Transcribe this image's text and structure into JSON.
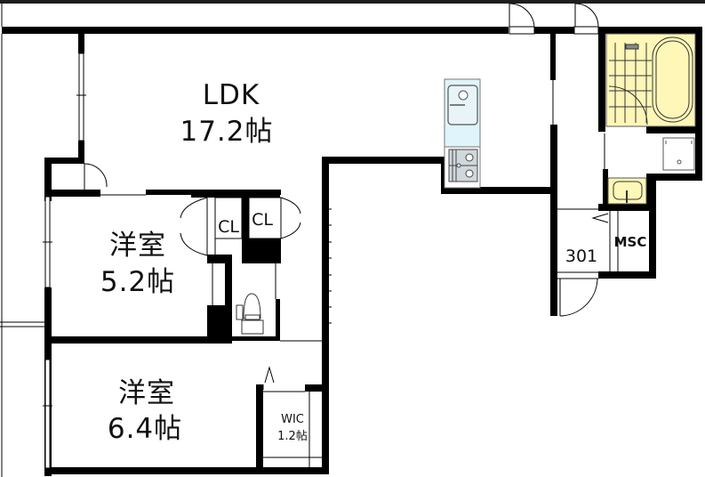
{
  "plan": {
    "title": "301",
    "unit_number": "301",
    "colors": {
      "wall": "#000000",
      "bath_fill": "#fff7b8",
      "kitchen_fill": "#dff4fb",
      "background": "#ffffff",
      "frame": "#1e1e1e"
    },
    "rooms": [
      {
        "id": "ldk",
        "name": "LDK",
        "area": "17.2帖"
      },
      {
        "id": "western-room-1",
        "name": "洋室",
        "area": "5.2帖"
      },
      {
        "id": "western-room-2",
        "name": "洋室",
        "area": "6.4帖"
      },
      {
        "id": "wic",
        "name": "WIC",
        "area": "1.2帖"
      },
      {
        "id": "closet-1",
        "name": "CL"
      },
      {
        "id": "closet-2",
        "name": "CL"
      },
      {
        "id": "msc",
        "name": "MSC"
      }
    ],
    "fixtures": [
      "sink-icon",
      "stove-icon",
      "bathtub-icon",
      "shower-icon",
      "washbasin-icon",
      "washing-machine-pan-icon",
      "toilet-icon"
    ]
  }
}
